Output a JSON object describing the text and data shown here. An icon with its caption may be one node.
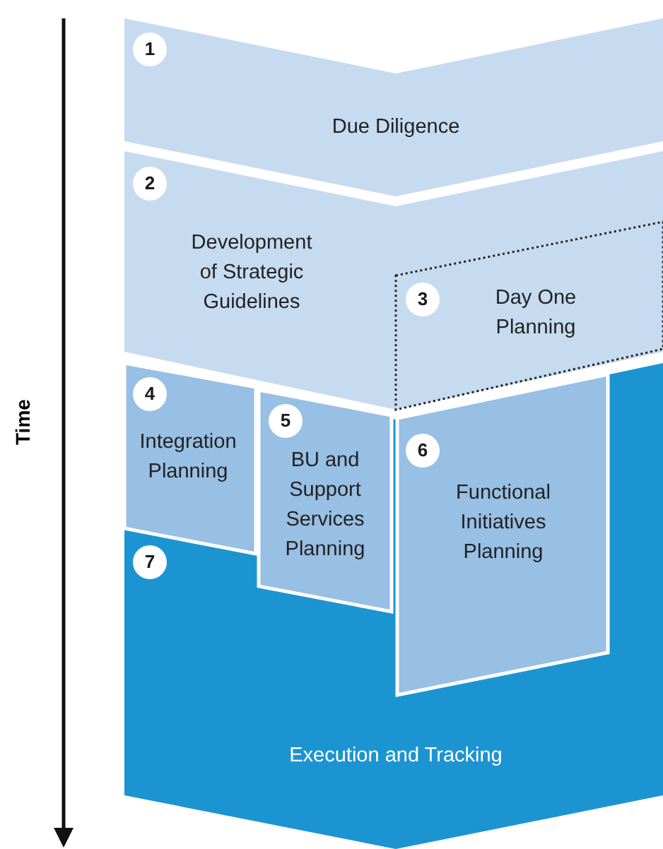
{
  "diagram": {
    "nodes": [
      {
        "text": [
          "1",
          "Due Diligence"
        ]
      },
      {
        "text": [
          "2",
          "Development of Strategic Guidelines"
        ]
      },
      {
        "text": [
          "3",
          "Day One Planning"
        ],
        "in": 1
      },
      {
        "text": [
          "7",
          "Execution and Tracking"
        ]
      },
      {
        "text": [
          "4",
          "Integration Planning"
        ],
        "in": 3
      },
      {
        "text": [
          "5",
          "BU and Support Services Planning"
        ],
        "in": 3
      },
      {
        "text": [
          "6",
          "Functional Initiatives Planning"
        ],
        "in": 3
      }
    ],
    "labels": [
      "Time"
    ]
  }
}
